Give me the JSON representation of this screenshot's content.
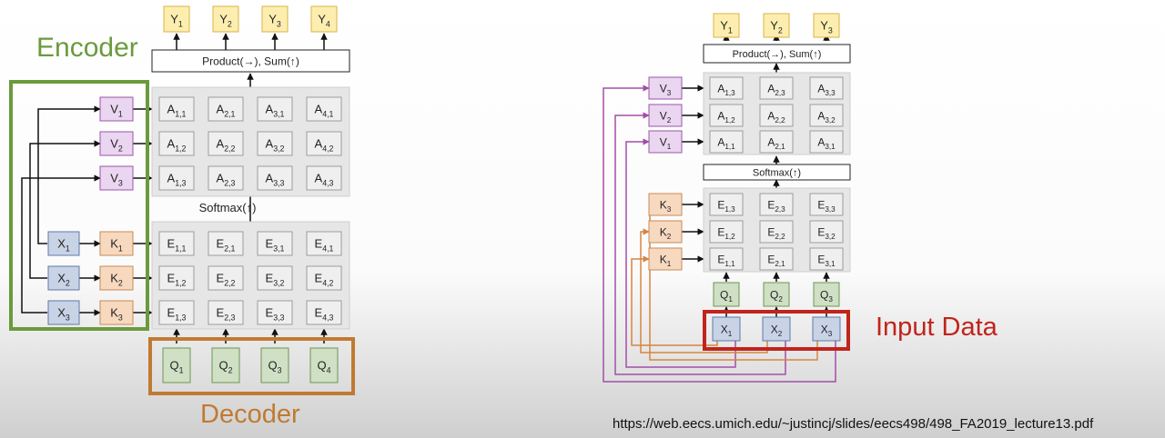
{
  "left_diagram": {
    "encoder_label": "Encoder",
    "decoder_label": "Decoder",
    "outputs": [
      [
        "Y",
        "1"
      ],
      [
        "Y",
        "2"
      ],
      [
        "Y",
        "3"
      ],
      [
        "Y",
        "4"
      ]
    ],
    "product_sum_label": "Product(→),   Sum(↑)",
    "softmax_label": "Softmax(↑)",
    "value_nodes": [
      [
        "V",
        "1"
      ],
      [
        "V",
        "2"
      ],
      [
        "V",
        "3"
      ]
    ],
    "key_nodes": [
      [
        "K",
        "1"
      ],
      [
        "K",
        "2"
      ],
      [
        "K",
        "3"
      ]
    ],
    "input_nodes": [
      [
        "X",
        "1"
      ],
      [
        "X",
        "2"
      ],
      [
        "X",
        "3"
      ]
    ],
    "query_nodes": [
      [
        "Q",
        "1"
      ],
      [
        "Q",
        "2"
      ],
      [
        "Q",
        "3"
      ],
      [
        "Q",
        "4"
      ]
    ],
    "attention_grid": [
      [
        [
          "A",
          "1,1"
        ],
        [
          "A",
          "2,1"
        ],
        [
          "A",
          "3,1"
        ],
        [
          "A",
          "4,1"
        ]
      ],
      [
        [
          "A",
          "1,2"
        ],
        [
          "A",
          "2,2"
        ],
        [
          "A",
          "3,2"
        ],
        [
          "A",
          "4,2"
        ]
      ],
      [
        [
          "A",
          "1,3"
        ],
        [
          "A",
          "2,3"
        ],
        [
          "A",
          "3,3"
        ],
        [
          "A",
          "4,3"
        ]
      ]
    ],
    "energy_grid": [
      [
        [
          "E",
          "1,1"
        ],
        [
          "E",
          "2,1"
        ],
        [
          "E",
          "3,1"
        ],
        [
          "E",
          "4,1"
        ]
      ],
      [
        [
          "E",
          "1,2"
        ],
        [
          "E",
          "2,2"
        ],
        [
          "E",
          "3,2"
        ],
        [
          "E",
          "4,2"
        ]
      ],
      [
        [
          "E",
          "1,3"
        ],
        [
          "E",
          "2,3"
        ],
        [
          "E",
          "3,3"
        ],
        [
          "E",
          "4,3"
        ]
      ]
    ]
  },
  "right_diagram": {
    "input_data_label": "Input Data",
    "outputs": [
      [
        "Y",
        "1"
      ],
      [
        "Y",
        "2"
      ],
      [
        "Y",
        "3"
      ]
    ],
    "product_sum_label": "Product(→),   Sum(↑)",
    "softmax_label": "Softmax(↑)",
    "value_nodes": [
      [
        "V",
        "3"
      ],
      [
        "V",
        "2"
      ],
      [
        "V",
        "1"
      ]
    ],
    "key_nodes": [
      [
        "K",
        "3"
      ],
      [
        "K",
        "2"
      ],
      [
        "K",
        "1"
      ]
    ],
    "query_nodes": [
      [
        "Q",
        "1"
      ],
      [
        "Q",
        "2"
      ],
      [
        "Q",
        "3"
      ]
    ],
    "input_nodes": [
      [
        "X",
        "1"
      ],
      [
        "X",
        "2"
      ],
      [
        "X",
        "3"
      ]
    ],
    "attention_grid": [
      [
        [
          "A",
          "1,3"
        ],
        [
          "A",
          "2,3"
        ],
        [
          "A",
          "3,3"
        ]
      ],
      [
        [
          "A",
          "1,2"
        ],
        [
          "A",
          "2,2"
        ],
        [
          "A",
          "3,2"
        ]
      ],
      [
        [
          "A",
          "1,1"
        ],
        [
          "A",
          "2,1"
        ],
        [
          "A",
          "3,1"
        ]
      ]
    ],
    "energy_grid": [
      [
        [
          "E",
          "1,3"
        ],
        [
          "E",
          "2,3"
        ],
        [
          "E",
          "3,3"
        ]
      ],
      [
        [
          "E",
          "1,2"
        ],
        [
          "E",
          "2,2"
        ],
        [
          "E",
          "3,2"
        ]
      ],
      [
        [
          "E",
          "1,1"
        ],
        [
          "E",
          "2,1"
        ],
        [
          "E",
          "3,1"
        ]
      ]
    ]
  },
  "source_url": "https://web.eecs.umich.edu/~justincj/slides/eecs498/498_FA2019_lecture13.pdf",
  "colors": {
    "output_fill": "#fdeeb0",
    "output_stroke": "#d9b446",
    "value_fill": "#ead6f0",
    "value_stroke": "#9a56a8",
    "key_fill": "#f7d9c0",
    "key_stroke": "#c98a56",
    "input_fill": "#c8d3e6",
    "input_stroke": "#5f7aa8",
    "query_fill": "#cfe0c5",
    "query_stroke": "#6d9654",
    "grid_bg": "#e6e6e6",
    "cell_fill": "#efefef",
    "encoder": "#6b9a3d",
    "decoder": "#c07a32",
    "input_data": "#c0241c",
    "purple_line": "#a24fa8",
    "orange_line": "#d5863f"
  }
}
